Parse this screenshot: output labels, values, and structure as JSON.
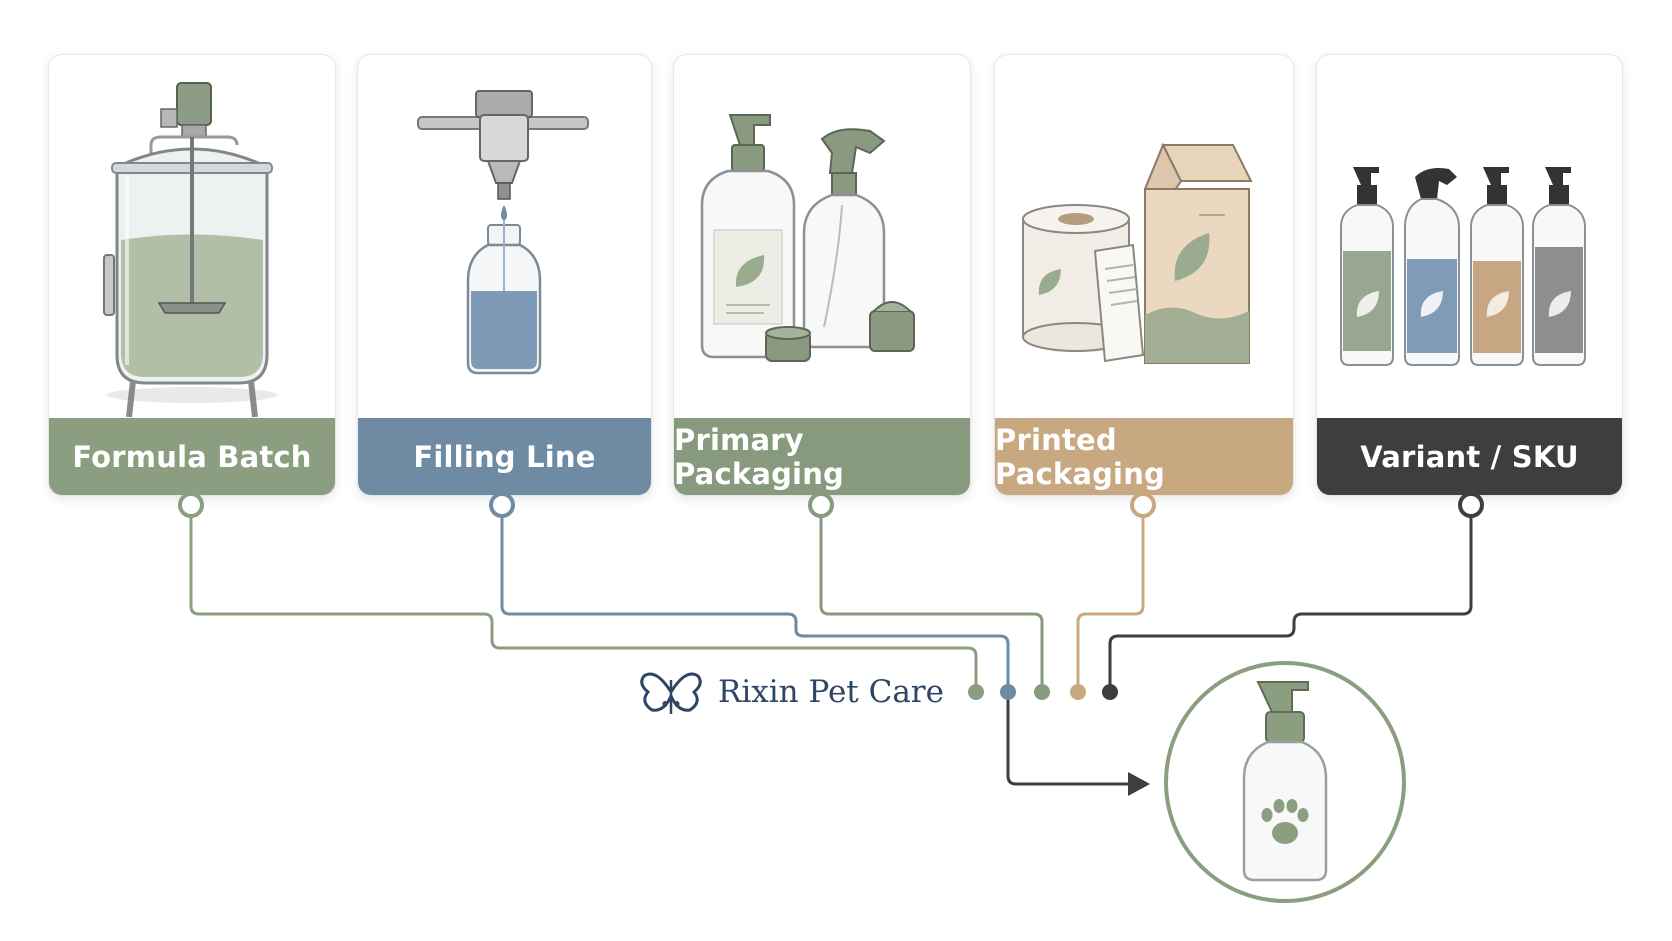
{
  "stages": [
    {
      "label": "Formula Batch",
      "color": "#8b9e80"
    },
    {
      "label": "Filling Line",
      "color": "#6f8ba4"
    },
    {
      "label": "Primary Packaging",
      "color": "#879a7e"
    },
    {
      "label": "Printed Packaging",
      "color": "#c8a880"
    },
    {
      "label": "Variant / SKU",
      "color": "#3e3e3e"
    }
  ],
  "brand": {
    "name": "Rixin Pet Care",
    "color": "#2e4563"
  },
  "icons": {
    "stage1": "mixing-tank-icon",
    "stage2": "filling-nozzle-bottle-icon",
    "stage3": "pump-and-spray-bottles-icon",
    "stage4": "label-roll-and-carton-icon",
    "stage5": "product-variants-icon",
    "result": "finished-pet-shampoo-bottle-icon"
  }
}
